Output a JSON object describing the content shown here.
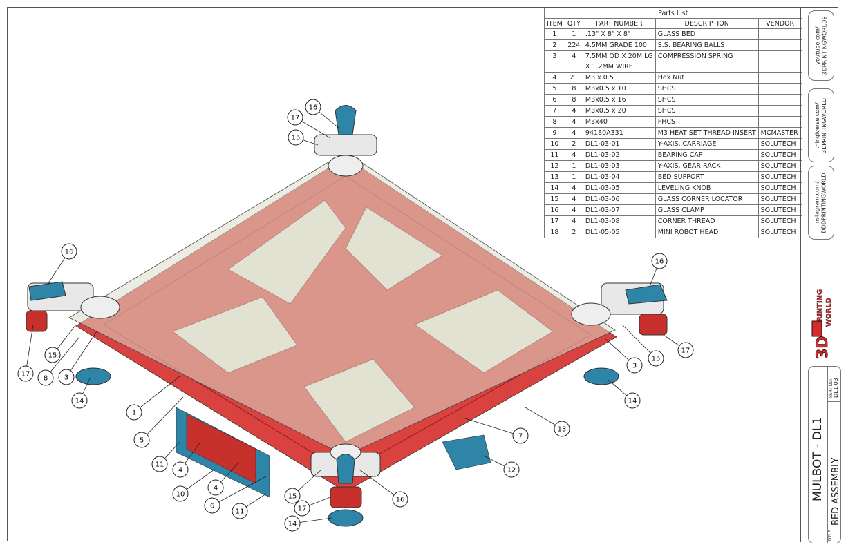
{
  "parts_list": {
    "title": "Parts List",
    "headers": [
      "ITEM",
      "QTY",
      "PART NUMBER",
      "DESCRIPTION",
      "VENDOR"
    ],
    "rows": [
      [
        "1",
        "1",
        ".13\" X 8\" X 8\"",
        "GLASS BED",
        ""
      ],
      [
        "2",
        "224",
        "4.5MM GRADE 100",
        "S.S. BEARING BALLS",
        ""
      ],
      [
        "3",
        "4",
        "7.5MM OD X 20M LG\nX 1.2MM WIRE",
        "COMPRESSION SPRING",
        ""
      ],
      [
        "4",
        "21",
        "M3 x 0.5",
        "Hex Nut",
        ""
      ],
      [
        "5",
        "8",
        "M3x0.5 x 10",
        "SHCS",
        ""
      ],
      [
        "6",
        "8",
        "M3x0.5 x 16",
        "SHCS",
        ""
      ],
      [
        "7",
        "4",
        "M3x0.5 x 20",
        "SHCS",
        ""
      ],
      [
        "8",
        "4",
        "M3x40",
        "FHCS",
        ""
      ],
      [
        "9",
        "4",
        "94180A331",
        "M3 HEAT SET THREAD INSERT",
        "MCMASTER"
      ],
      [
        "10",
        "2",
        "DL1-03-01",
        "Y-AXIS, CARRIAGE",
        "SOLUTECH"
      ],
      [
        "11",
        "4",
        "DL1-03-02",
        "BEARING CAP",
        "SOLUTECH"
      ],
      [
        "12",
        "1",
        "DL1-03-03",
        "Y-AXIS, GEAR RACK",
        "SOLUTECH"
      ],
      [
        "13",
        "1",
        "DL1-03-04",
        "BED SUPPORT",
        "SOLUTECH"
      ],
      [
        "14",
        "4",
        "DL1-03-05",
        "LEVELING KNOB",
        "SOLUTECH"
      ],
      [
        "15",
        "4",
        "DL1-03-06",
        "GLASS CORNER LOCATOR",
        "SOLUTECH"
      ],
      [
        "16",
        "4",
        "DL1-03-07",
        "GLASS CLAMP",
        "SOLUTECH"
      ],
      [
        "17",
        "4",
        "DL1-03-08",
        "CORNER THREAD",
        "SOLUTECH"
      ],
      [
        "18",
        "2",
        "DL1-05-05",
        "MINI ROBOT HEAD",
        "SOLUTECH"
      ]
    ]
  },
  "sidebar": {
    "youtube": "youtube.com/\n3DPRINTINGWORLDS",
    "thingiverse": "thingiverse.com/\n3DPRINTINGWORLD",
    "instagram": "instagram.com/\nDDDPRINTINGWORLD",
    "logo_text": "3D PRINTING WORLD"
  },
  "title_block": {
    "project": "MULBOT - DL1",
    "title_label": "TITLE",
    "title": "BED ASSEMBLY",
    "part_no_label": "PART NO:",
    "part_no": "DL1-03"
  },
  "balloons": [
    "16",
    "17",
    "15",
    "16",
    "17",
    "15",
    "8",
    "3",
    "14",
    "1",
    "5",
    "11",
    "4",
    "10",
    "4",
    "6",
    "11",
    "15",
    "17",
    "14",
    "16",
    "12",
    "7",
    "13",
    "14",
    "3",
    "15",
    "17",
    "16"
  ],
  "colors": {
    "frame_red": "#d9423f",
    "glass": "#dcdccc",
    "blue_part": "#2e85a8",
    "knob_red": "#c8302c",
    "white_part": "#e8e8e8"
  }
}
